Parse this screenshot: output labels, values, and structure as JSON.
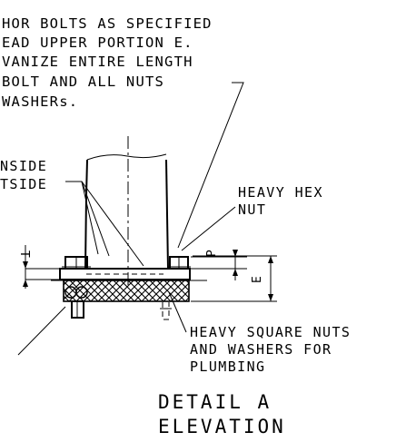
{
  "notes": {
    "anchor_bolts": [
      "HOR BOLTS AS SPECIFIED",
      "EAD UPPER PORTION E.",
      "VANIZE ENTIRE LENGTH",
      "BOLT AND ALL NUTS",
      " WASHERs."
    ],
    "weld": [
      "NSIDE",
      "TSIDE"
    ],
    "heavy_hex_nut": [
      "HEAVY HEX",
      "NUT"
    ],
    "leveling_nuts": [
      "HEAVY SQUARE NUTS",
      "AND WASHERS FOR",
      "PLUMBING"
    ]
  },
  "dimensions": {
    "t": "T",
    "p": "P",
    "e": "E"
  },
  "title": [
    "DETAIL A",
    "ELEVATION"
  ]
}
